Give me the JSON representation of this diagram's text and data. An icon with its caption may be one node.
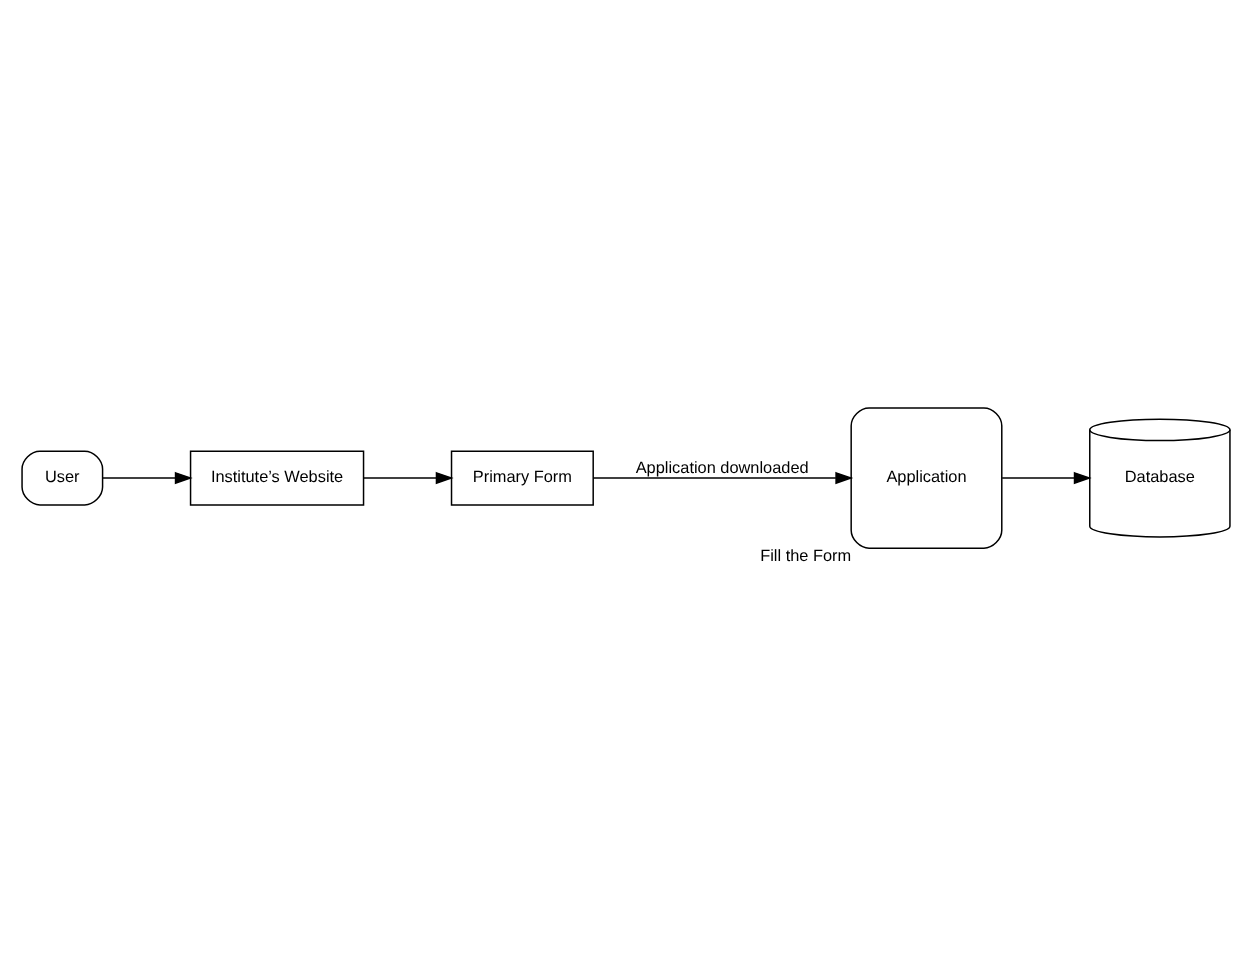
{
  "diagram": {
    "nodes": [
      {
        "text": [
          "User"
        ]
      },
      {
        "text": [
          "Institute’s Website"
        ]
      },
      {
        "text": [
          "Primary Form"
        ]
      },
      {
        "text": [
          "Application"
        ],
        "beside": [
          "Fill the Form"
        ]
      },
      {
        "text": [
          "Database"
        ]
      }
    ],
    "edges": [
      {
        "from": 0,
        "to": 1,
        "arrow": "to"
      },
      {
        "from": 1,
        "to": 2,
        "arrow": "to"
      },
      {
        "from": 2,
        "to": 3,
        "arrow": "to",
        "label": "Application downloaded"
      },
      {
        "from": 3,
        "to": 4,
        "arrow": "to"
      }
    ]
  }
}
